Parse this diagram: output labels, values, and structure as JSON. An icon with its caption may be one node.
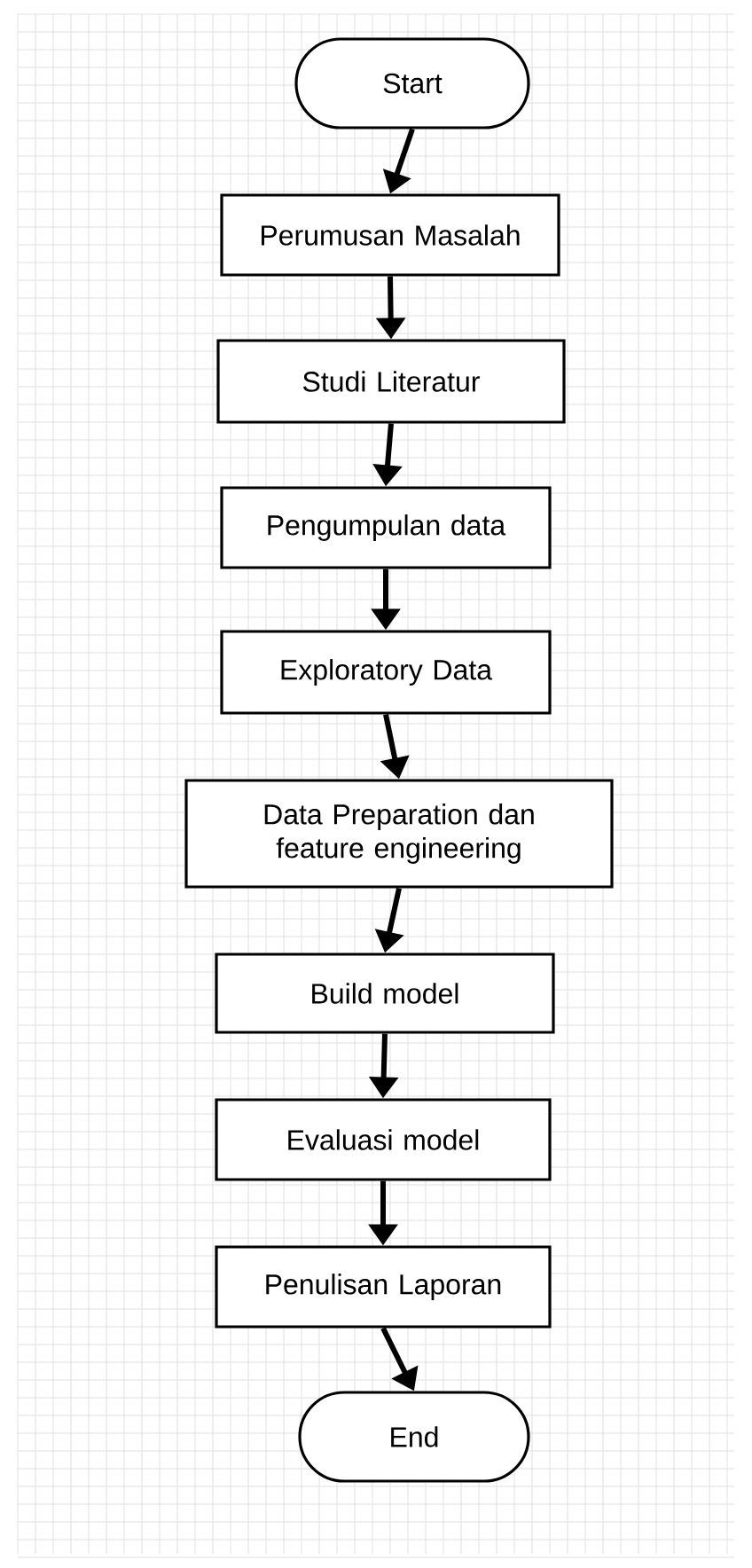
{
  "diagram": {
    "nodes": [
      {
        "text": [
          "Start"
        ]
      },
      {
        "text": [
          "Perumusan Masalah"
        ]
      },
      {
        "text": [
          "Studi Literatur"
        ]
      },
      {
        "text": [
          "Pengumpulan data"
        ]
      },
      {
        "text": [
          "Exploratory Data"
        ]
      },
      {
        "text": [
          "Data Preparation dan feature engineering"
        ]
      },
      {
        "text": [
          "Build model"
        ]
      },
      {
        "text": [
          "Evaluasi model"
        ]
      },
      {
        "text": [
          "Penulisan Laporan"
        ]
      },
      {
        "text": [
          "End"
        ]
      }
    ],
    "edges": [
      {
        "from": 0,
        "to": 1,
        "arrow": "to"
      },
      {
        "from": 1,
        "to": 2,
        "arrow": "to"
      },
      {
        "from": 2,
        "to": 3,
        "arrow": "to"
      },
      {
        "from": 3,
        "to": 4,
        "arrow": "to"
      },
      {
        "from": 4,
        "to": 5,
        "arrow": "to"
      },
      {
        "from": 5,
        "to": 6,
        "arrow": "to"
      },
      {
        "from": 6,
        "to": 7,
        "arrow": "to"
      },
      {
        "from": 7,
        "to": 8,
        "arrow": "to"
      },
      {
        "from": 8,
        "to": 9,
        "arrow": "to"
      }
    ]
  }
}
